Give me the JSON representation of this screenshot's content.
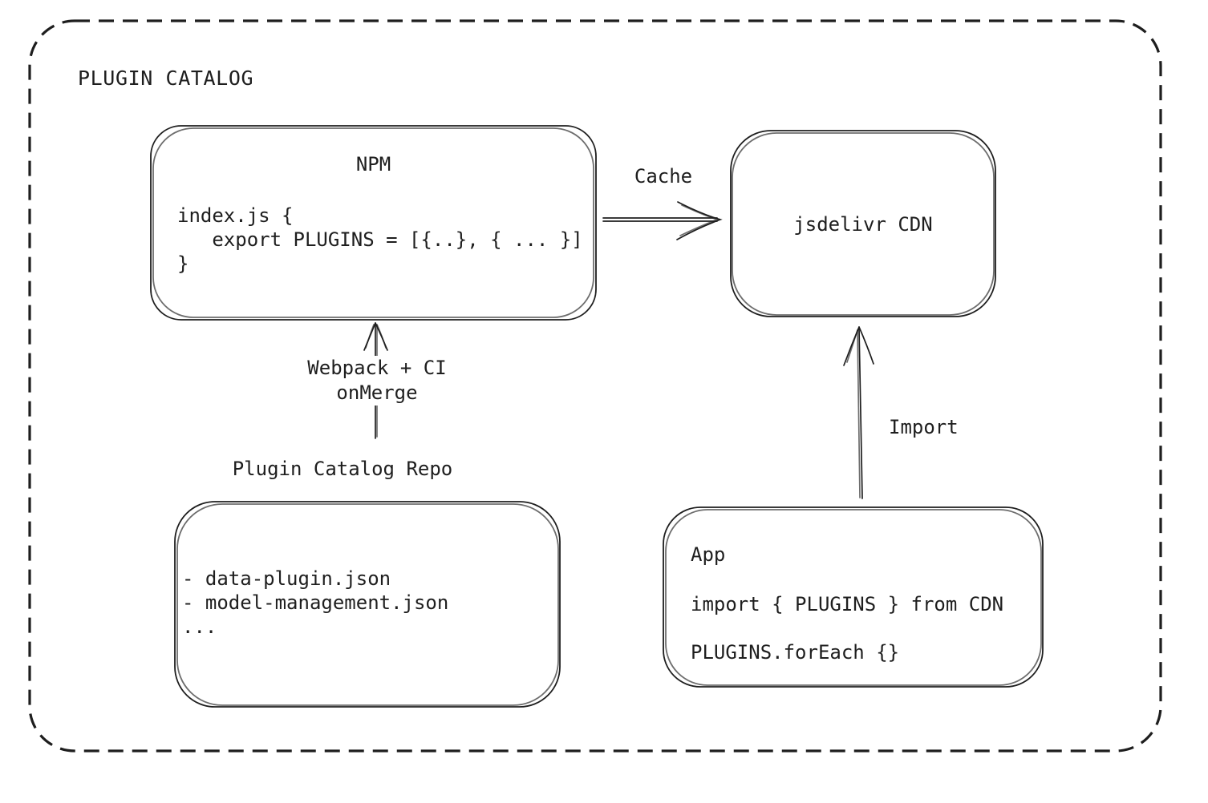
{
  "diagram": {
    "title": "PLUGIN CATALOG",
    "nodes": {
      "npm": {
        "title": "NPM",
        "code": "index.js {\n   export PLUGINS = [{..}, { ... }]\n}"
      },
      "cdn": {
        "label": "jsdelivr CDN"
      },
      "repo": {
        "label": "Plugin Catalog Repo",
        "contents": "- data-plugin.json\n- model-management.json\n..."
      },
      "app": {
        "title": "App",
        "import_line": "import { PLUGINS } from CDN",
        "foreach_line": "PLUGINS.forEach {}"
      }
    },
    "edges": {
      "cache": {
        "label": "Cache",
        "from": "NPM",
        "to": "jsdelivr CDN"
      },
      "build": {
        "label": "Webpack + CI\nonMerge",
        "from": "Plugin Catalog Repo",
        "to": "NPM"
      },
      "import": {
        "label": "Import",
        "from": "App",
        "to": "jsdelivr CDN"
      }
    },
    "colors": {
      "stroke": "#1e1e1e",
      "background": "#ffffff"
    }
  }
}
